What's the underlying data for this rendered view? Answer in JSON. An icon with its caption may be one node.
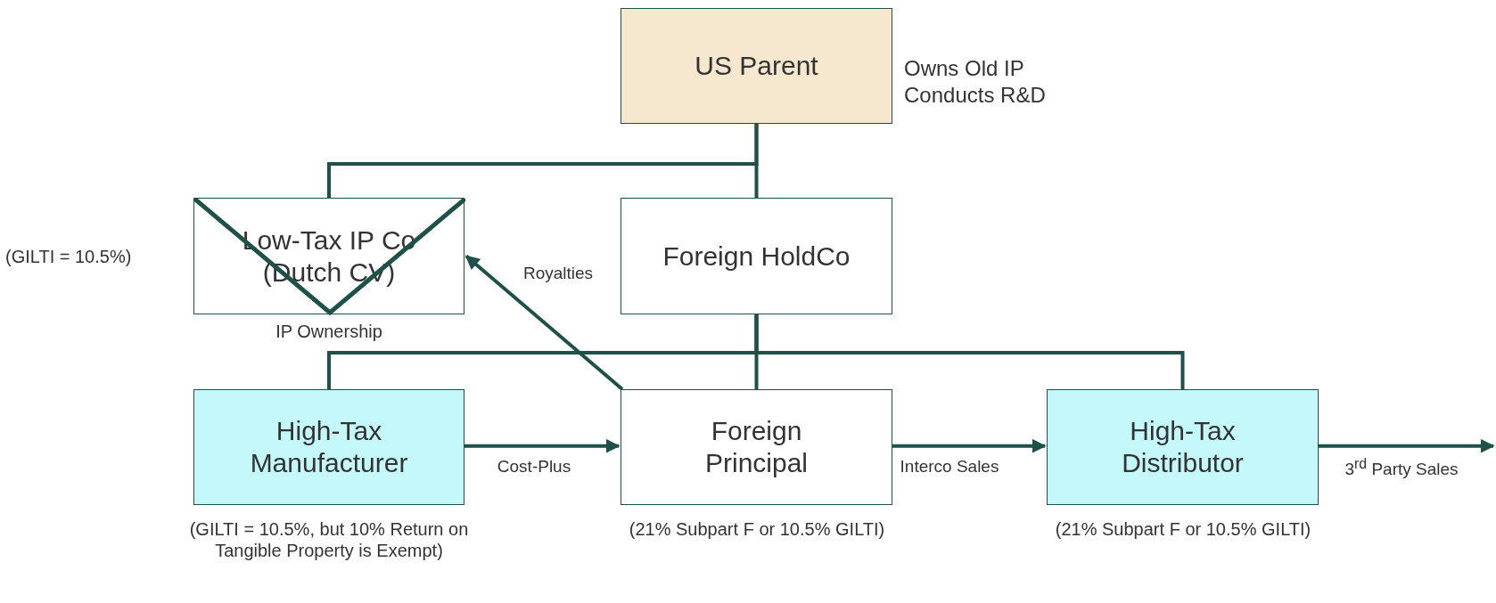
{
  "diagram": {
    "nodes": [
      {
        "text": [
          "US Parent"
        ],
        "beside": [
          "Owns Old IP",
          "Conducts R&D"
        ]
      },
      {
        "text": [
          "Low-Tax IP Co (Dutch CV)"
        ],
        "beside": [
          "(GILTI = 10.5%)",
          "IP Ownership"
        ]
      },
      {
        "text": [
          "Foreign HoldCo"
        ]
      },
      {
        "text": [
          "High-Tax Manufacturer"
        ],
        "beside": [
          "(GILTI = 10.5%, but 10% Return on Tangible Property is Exempt)"
        ]
      },
      {
        "text": [
          "Foreign Principal"
        ],
        "beside": [
          "(21% Subpart F or 10.5% GILTI)"
        ]
      },
      {
        "text": [
          "High-Tax Distributor"
        ],
        "beside": [
          "(21% Subpart F or 10.5% GILTI)"
        ]
      }
    ],
    "edges": [
      {
        "from": 0,
        "to": 1,
        "arrow": "none"
      },
      {
        "from": 0,
        "to": 2,
        "arrow": "none"
      },
      {
        "from": 2,
        "to": 3,
        "arrow": "none"
      },
      {
        "from": 2,
        "to": 4,
        "arrow": "none"
      },
      {
        "from": 2,
        "to": 5,
        "arrow": "none"
      },
      {
        "from": 4,
        "to": 1,
        "arrow": "to",
        "label": "Royalties"
      },
      {
        "from": 3,
        "to": 4,
        "arrow": "to",
        "label": "Cost-Plus"
      },
      {
        "from": 4,
        "to": 5,
        "arrow": "to",
        "label": "Interco Sales"
      },
      {
        "from": 5,
        "to": null,
        "arrow": "to",
        "label": "3$^{rd}$ Party Sales"
      }
    ]
  }
}
